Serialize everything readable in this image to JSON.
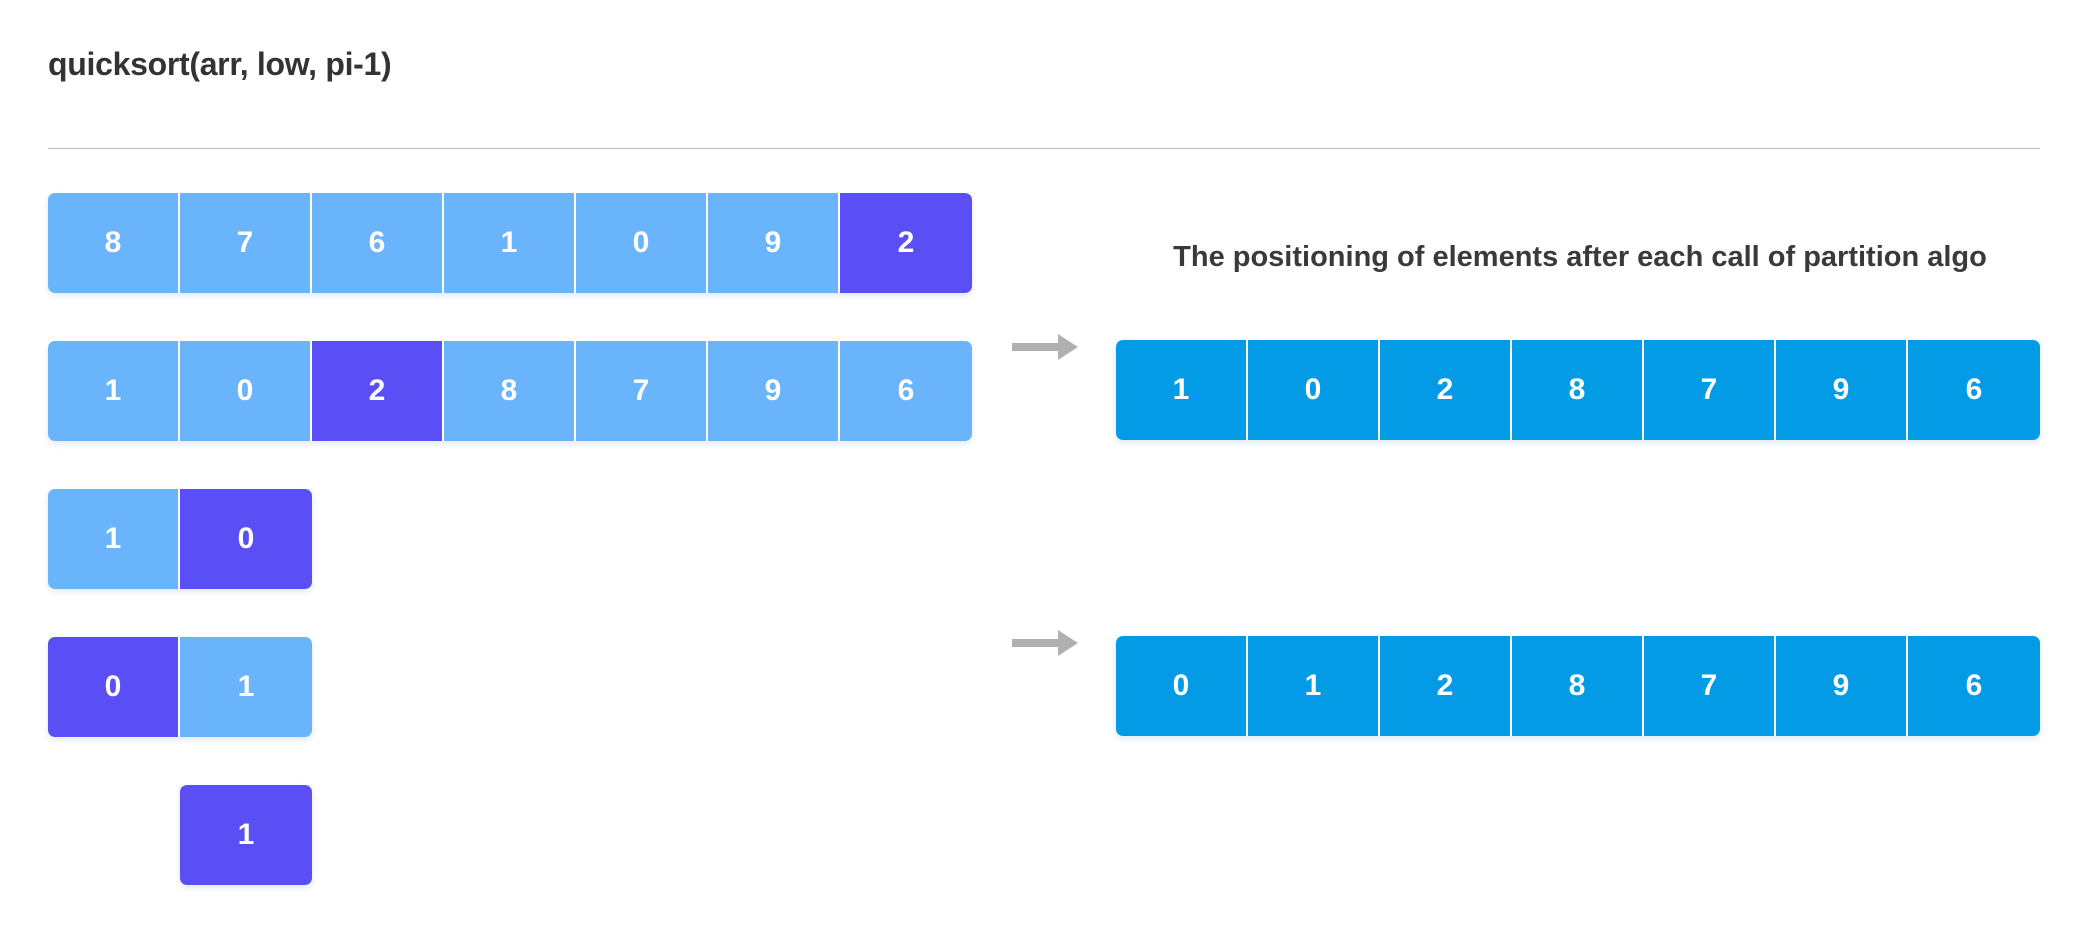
{
  "header": {
    "title": "quicksort(arr, low, pi-1)"
  },
  "colors": {
    "cell_plain": "#69b4fb",
    "cell_pivot": "#5a4ef5",
    "result_cell": "#039be5",
    "arrow": "#b0b0b0",
    "title_text": "#333333",
    "divider": "#bdbdbd",
    "background": "#ffffff"
  },
  "left_panel": {
    "steps": [
      {
        "name": "step-1",
        "offset_cells": 0,
        "cells": [
          {
            "value": "8",
            "highlight": false
          },
          {
            "value": "7",
            "highlight": false
          },
          {
            "value": "6",
            "highlight": false
          },
          {
            "value": "1",
            "highlight": false
          },
          {
            "value": "0",
            "highlight": false
          },
          {
            "value": "9",
            "highlight": false
          },
          {
            "value": "2",
            "highlight": true
          }
        ]
      },
      {
        "name": "step-2",
        "offset_cells": 0,
        "cells": [
          {
            "value": "1",
            "highlight": false
          },
          {
            "value": "0",
            "highlight": false
          },
          {
            "value": "2",
            "highlight": true
          },
          {
            "value": "8",
            "highlight": false
          },
          {
            "value": "7",
            "highlight": false
          },
          {
            "value": "9",
            "highlight": false
          },
          {
            "value": "6",
            "highlight": false
          }
        ]
      },
      {
        "name": "step-3",
        "offset_cells": 0,
        "cells": [
          {
            "value": "1",
            "highlight": false
          },
          {
            "value": "0",
            "highlight": true
          }
        ]
      },
      {
        "name": "step-4",
        "offset_cells": 0,
        "cells": [
          {
            "value": "0",
            "highlight": true
          },
          {
            "value": "1",
            "highlight": false
          }
        ]
      },
      {
        "name": "step-5",
        "offset_cells": 1,
        "cells": [
          {
            "value": "1",
            "highlight": true
          }
        ]
      }
    ]
  },
  "arrows": [
    {
      "name": "arrow-to-result-1",
      "icon": "arrow-right-icon",
      "glyph": "→"
    },
    {
      "name": "arrow-to-result-2",
      "icon": "arrow-right-icon",
      "glyph": "→"
    }
  ],
  "right_panel": {
    "heading": "The positioning of elements after each call of partition algo",
    "results": [
      {
        "name": "result-array-1",
        "values": [
          "1",
          "0",
          "2",
          "8",
          "7",
          "9",
          "6"
        ]
      },
      {
        "name": "result-array-2",
        "values": [
          "0",
          "1",
          "2",
          "8",
          "7",
          "9",
          "6"
        ]
      }
    ]
  }
}
